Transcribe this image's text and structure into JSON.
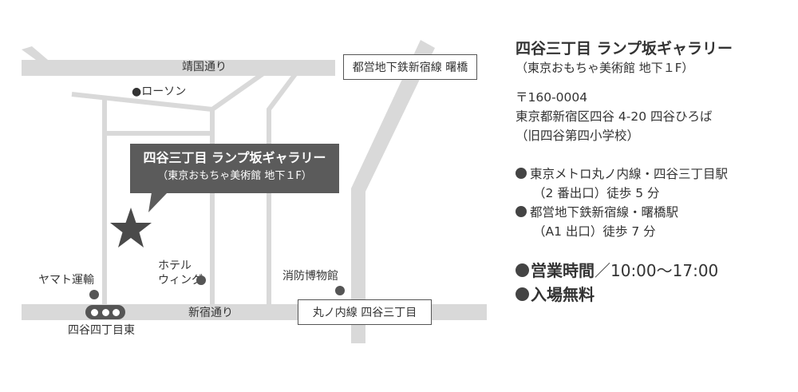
{
  "map": {
    "streets": {
      "yasukuni": "靖国通り",
      "shinjuku": "新宿通り"
    },
    "landmarks": {
      "lawson": "●ローソン",
      "yamato": "ヤマト運輸",
      "hotel_line1": "ホテル",
      "hotel_line2": "ウィング",
      "fire_museum": "消防博物館"
    },
    "stations": {
      "akebonobashi": "都営地下鉄新宿線 曙橋",
      "yotsuya_sanchome": "丸ノ内線 四谷三丁目"
    },
    "intersection": "四谷四丁目東",
    "callout": {
      "title": "四谷三丁目 ランプ坂ギャラリー",
      "subtitle": "（東京おもちゃ美術館 地下１F）"
    }
  },
  "info": {
    "title": "四谷三丁目 ランプ坂ギャラリー",
    "subtitle": "（東京おもちゃ美術館 地下１F）",
    "postal": "〒160-0004",
    "address": "東京都新宿区四谷 4-20 四谷ひろば",
    "address_note": "（旧四谷第四小学校）",
    "access": [
      {
        "line": "東京メトロ丸ノ内線・四谷三丁目駅",
        "detail": "（2 番出口）徒歩 5 分"
      },
      {
        "line": "都営地下鉄新宿線・曙橋駅",
        "detail": "（A1 出口）徒歩 7 分"
      }
    ],
    "hours_label": "営業時間",
    "hours_value": "／10:00〜17:00",
    "admission": "入場無料"
  }
}
